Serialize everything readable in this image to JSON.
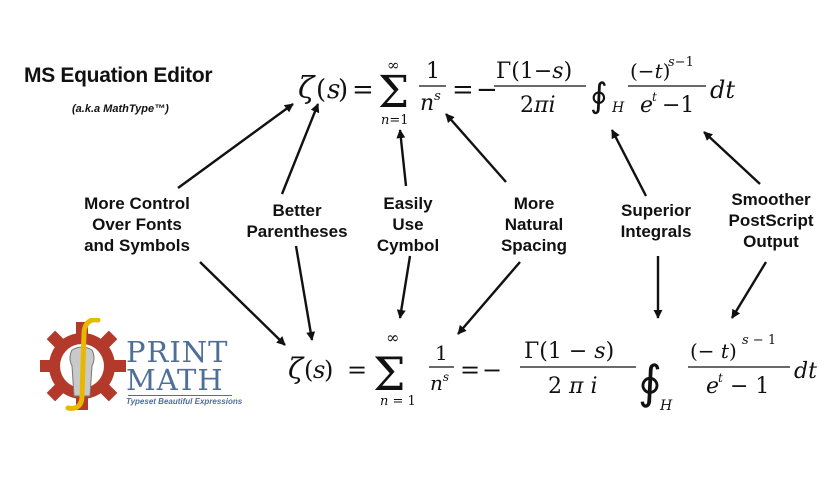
{
  "header": {
    "title": "MS Equation Editor",
    "subtitle": "(a.k.a MathType™)"
  },
  "labels": {
    "fonts": "More Control\nOver Fonts\nand Symbols",
    "parentheses": "Better\nParentheses",
    "cymbol": "Easily\nUse\nCymbol",
    "spacing": "More\nNatural\nSpacing",
    "integrals": "Superior\nIntegrals",
    "postscript": "Smoother\nPostScript\nOutput"
  },
  "logo": {
    "line1": "PRINT",
    "line2": "MATH",
    "tagline": "Typeset Beautiful Expressions"
  },
  "colors": {
    "gear": "#b33a2a",
    "gold": "#e8b800",
    "logo_text": "#4f6f99",
    "ink": "#111111"
  }
}
